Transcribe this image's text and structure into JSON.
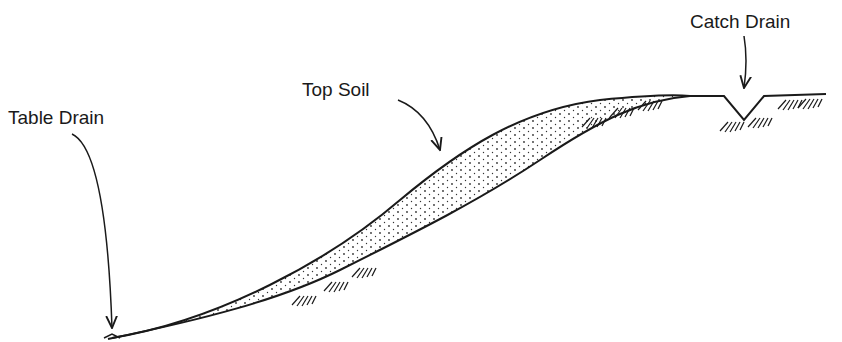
{
  "diagram": {
    "labels": [
      "Catch Drain",
      "Top Soil",
      "Table Drain"
    ]
  }
}
